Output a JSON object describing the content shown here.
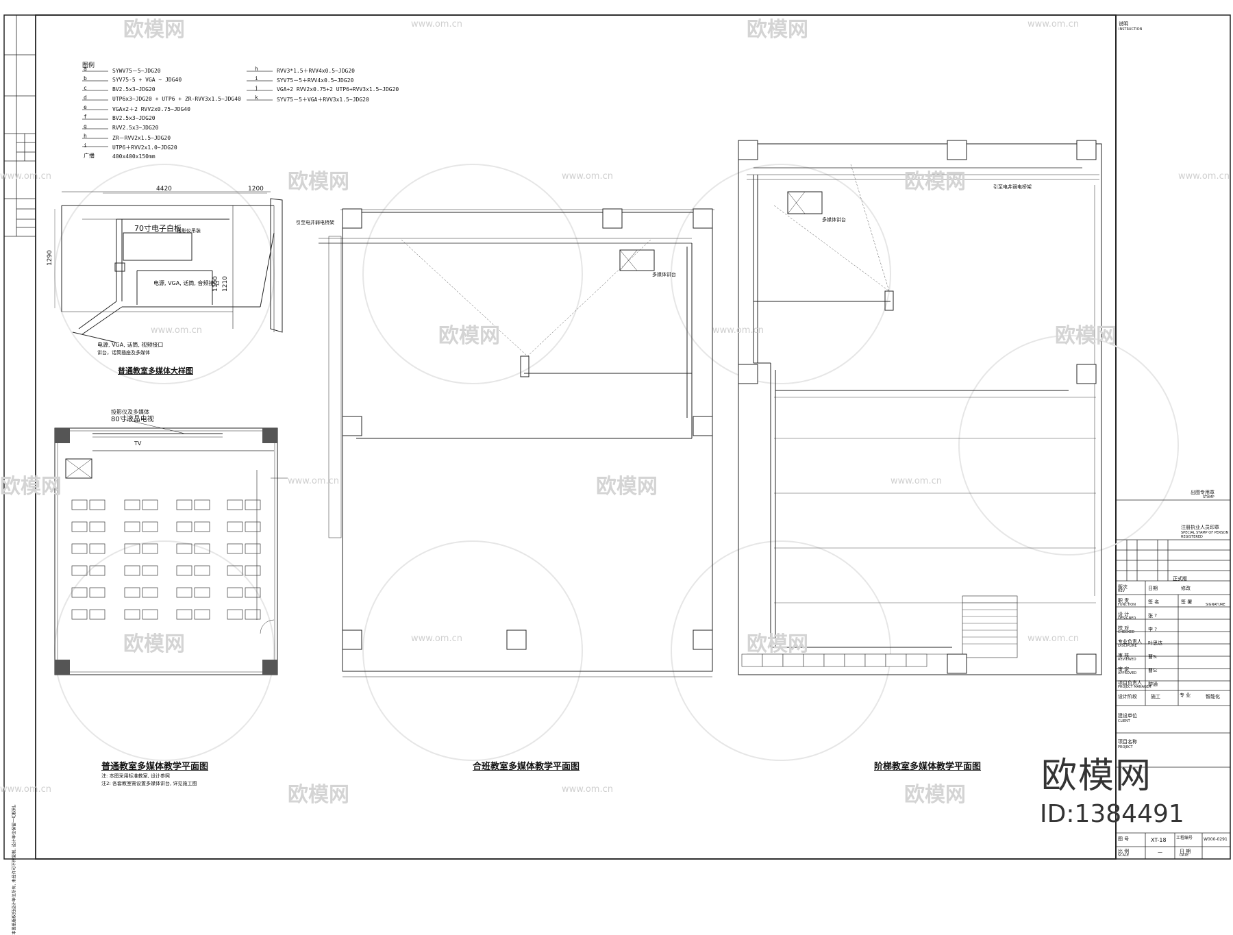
{
  "watermark": {
    "brand": "欧模网",
    "url": "www.om.cn"
  },
  "legend": {
    "header": "图例",
    "left": [
      {
        "key": "a",
        "text": "SYWV75－5~JDG20"
      },
      {
        "key": "b",
        "text": "SYV75-5 + VGA ~ JDG40"
      },
      {
        "key": "c",
        "text": "BV2.5x3~JDG20"
      },
      {
        "key": "d",
        "text": "UTP6x3~JDG20 + UTP6 + ZR-RVV3x1.5~JDG40"
      },
      {
        "key": "e",
        "text": "VGAx2＋2 RVV2x0.75~JDG40"
      },
      {
        "key": "f",
        "text": "BV2.5x3~JDG20"
      },
      {
        "key": "g",
        "text": "RVV2.5x3~JDG20"
      },
      {
        "key": "h",
        "text": "ZR－RVV2x1.5~JDG20"
      },
      {
        "key": "i",
        "text": "UTP6＋RVV2x1.0~JDG20"
      },
      {
        "key": "广播",
        "text": "400x400x150mm"
      }
    ],
    "right": [
      {
        "key": "h",
        "text": "RVV3*1.5＋RVV4x0.5~JDG20"
      },
      {
        "key": "i",
        "text": "SYV75－5＋RVV4x0.5~JDG20"
      },
      {
        "key": "j",
        "text": "VGA+2 RVV2x0.75+2 UTP6+RVV3x1.5~JDG20"
      },
      {
        "key": "k",
        "text": "SYV75－5＋VGA＋RVV3x1.5~JDG20"
      }
    ]
  },
  "detail": {
    "dim_top": "4420",
    "dim_top2": "1200",
    "dim_left": "1290",
    "dim_mid": "1100",
    "dim_mid2": "1210",
    "screen": "70寸电子白板",
    "box_label": "投影仪吊装",
    "box_label2": "电源, VGA, 话筒, 音频接口",
    "bottom_note": "电源, VGA, 话筒, 视频接口",
    "bottom_note2": "讲台，话筒插座及多媒体",
    "title": "普通教室多媒体大样图"
  },
  "plans": [
    {
      "title": "普通教室多媒体教学平面图"
    },
    {
      "title": "合班教室多媒体教学平面图"
    },
    {
      "title": "阶梯教室多媒体教学平面图"
    }
  ],
  "plan1": {
    "screen": "80寸液晶电视",
    "note": "投影仪及多媒体",
    "tv": "TV",
    "notes": [
      "注: 本图采用标准教室, 设计参照",
      "注2: 各套教室需设置多媒体讲台, 详见施工图"
    ]
  },
  "plan2": {
    "note": "引至电井弱电桥架",
    "desk": "多媒体讲台"
  },
  "plan3": {
    "note": "引至电井弱电桥架",
    "desk": "多媒体讲台"
  },
  "titleblock": {
    "instruction": "说明",
    "instruction_en": "INSTRUCTION",
    "stamp": "出图专用章",
    "stamp_en": "STAMP",
    "reg_stamp": "注册执业人员印章",
    "reg_stamp_en": "SPECIAL STAMP OF PERSON REGISTERED",
    "subject": "正式版",
    "rows": [
      {
        "cn": "版次",
        "en": "REV",
        "v1": "日期",
        "v2": "修改",
        "v3": ""
      },
      {
        "cn": "职 责",
        "en": "FUNCTION",
        "v1": "签 名",
        "v2": "签 署",
        "v3": "SIGNATURE"
      },
      {
        "cn": "设 计",
        "en": "DESIGNED",
        "v1": "张 ?",
        "v2": "",
        "v3": ""
      },
      {
        "cn": "校 对",
        "en": "CHECKED",
        "v1": "李 ?",
        "v2": "",
        "v3": ""
      },
      {
        "cn": "专业负责人",
        "en": "DISCIPLINE",
        "v1": "叶思达",
        "v2": "",
        "v3": ""
      },
      {
        "cn": "审 核",
        "en": "REVIEWED",
        "v1": "曹S:",
        "v2": "",
        "v3": ""
      },
      {
        "cn": "审 定",
        "en": "APPROVED",
        "v1": "曹S:",
        "v2": "",
        "v3": ""
      },
      {
        "cn": "项目负责人",
        "en": "PROJECT MANAGER",
        "v1": "黎通",
        "v2": "",
        "v3": ""
      }
    ],
    "phase_label": "设计阶段",
    "phase": "施工",
    "discipline_label": "专 业",
    "discipline": "智能化",
    "client_label": "建设单位",
    "client_en": "CLIENT",
    "project_label": "项目名称",
    "project_en": "PROJECT",
    "drawing_no_label": "图 号",
    "drawing_no": "XT-18",
    "project_no_label": "工程编号",
    "project_no": "W000-0291",
    "scale_label": "比 例",
    "scale_en": "SCALE",
    "scale": "—",
    "date_label": "日 期",
    "date_en": "DATE"
  },
  "left_strip": {
    "note": "本图纸版权归设计单位所有, 未经许可不得复制, 设计单位保留一切权利。"
  },
  "logo": {
    "text": "欧模网",
    "id": "ID:1384491"
  }
}
